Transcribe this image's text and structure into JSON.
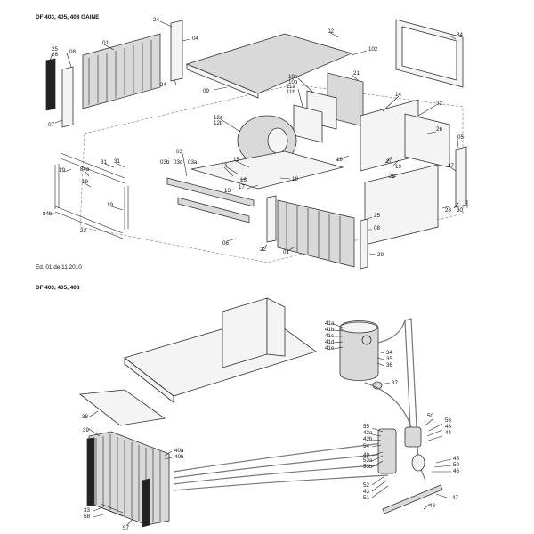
{
  "headers": {
    "top": "DF 403, 405, 408 GAINE",
    "edition": "Ed. 01 de 11 2010",
    "bottom": "DF 403, 405, 408"
  },
  "top_labels": [
    "02",
    "04",
    "24",
    "01",
    "25",
    "26",
    "08",
    "07",
    "31",
    "24",
    "09",
    "102",
    "84",
    "21",
    "10a",
    "10b",
    "11a",
    "11b",
    "12a",
    "12b",
    "14",
    "32",
    "26",
    "05",
    "03",
    "03b",
    "03c",
    "03a",
    "15",
    "13",
    "16",
    "17",
    "13",
    "18",
    "19",
    "20",
    "19",
    "19",
    "84a",
    "31",
    "19",
    "84b",
    "19",
    "23",
    "06",
    "22",
    "01",
    "26",
    "25",
    "08",
    "29",
    "27",
    "28",
    "30"
  ],
  "bottom_labels": [
    "41a",
    "41b",
    "41c",
    "41d",
    "41e",
    "34",
    "35",
    "36",
    "37",
    "38",
    "39",
    "40a",
    "40b",
    "55",
    "42a",
    "42b",
    "54",
    "49",
    "53a",
    "53b",
    "52",
    "43",
    "51",
    "50",
    "56",
    "46",
    "44",
    "45",
    "50",
    "46",
    "47",
    "48",
    "33",
    "58",
    "57"
  ]
}
